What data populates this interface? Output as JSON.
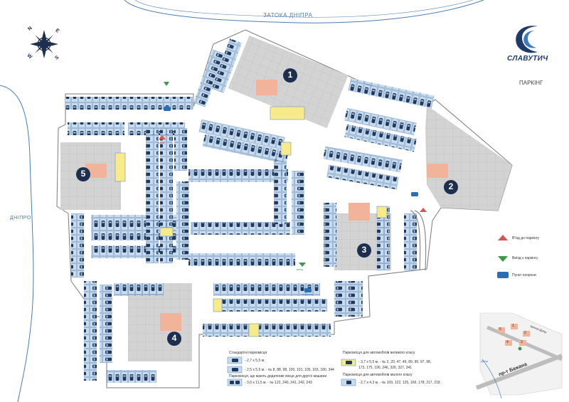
{
  "map": {
    "water_labels": {
      "bay": "ЗАТОКА ДНІПРА",
      "river": "ДНІПРО"
    },
    "brand": {
      "name": "СЛАВУТИЧ",
      "subtitle": "ПАРКІНГ"
    },
    "compass": {
      "n": "N",
      "e": "E",
      "s": "S",
      "w": "W"
    },
    "zones": [
      "1",
      "2",
      "3",
      "4",
      "5"
    ],
    "gate_labels": {
      "entry": "ВЪЕЗД",
      "exit": "ВИЇЗД",
      "checkpoint": "ОХОРОНА"
    },
    "legend_right": [
      {
        "label": "В'їзд до паркінгу",
        "color": "#d9534f"
      },
      {
        "label": "Виїзд з паркінгу",
        "color": "#3a9a4a"
      },
      {
        "label": "Пункт охорони",
        "color": "#2a6fb5"
      }
    ],
    "legend_bottom": {
      "standard_title": "Стандартні паркомісця",
      "standard_1": "- 2,7 x 5,5 м.",
      "standard_2": "- 2,5 x 5,5 м. - № 8, 88, 98, 100, 101, 105, 163, 180, 344",
      "double_title": "Паркомісця, що мають додаткове місце для другої машини",
      "double_1": "- 3,0 x 11,5 м. - № 122, 240, 241, 242, 243",
      "large_title": "Паркомісця для автомобілів великого класу",
      "large_1": "- 3,7 x 5,5 м. - № 2, 20, 47, 49, 89, 90, 97, 98,",
      "large_2": "173, 175, 190, 246, 326, 327, 341",
      "small_title": "Паркомісця для автомобілів малого класу",
      "small_1": "- 2,7 x 4,3 м. - № 109, 122, 125, 166, 178, 217, 218"
    },
    "inset": {
      "street_1": "вулиця Дніпр",
      "street_2": "пр-т Бажана",
      "river": "Дніпр",
      "zones": [
        "1",
        "2",
        "3",
        "4",
        "5"
      ]
    },
    "colors": {
      "water": "#4a7db8",
      "spot": "#c8dcef",
      "spot_border": "#6f94bf",
      "car": "#20385c",
      "building": "#cfcfcf",
      "stair": "#f2b39b",
      "large": "#f7ea8a",
      "accent": "#1d3557"
    }
  }
}
